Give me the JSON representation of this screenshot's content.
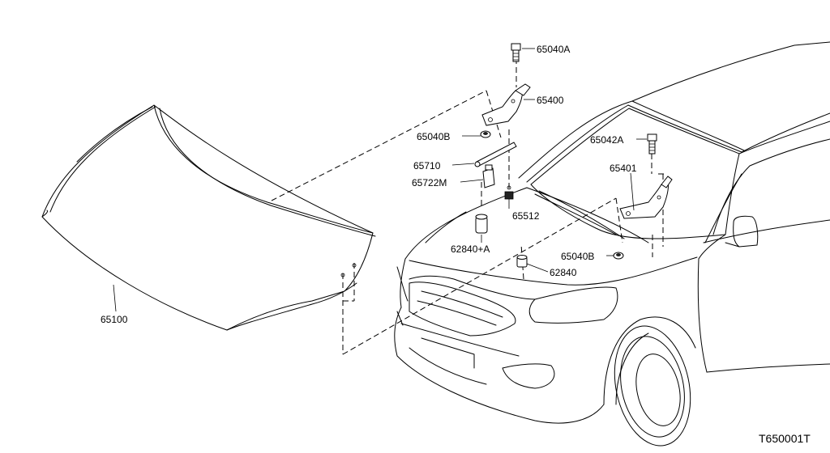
{
  "diagram_id": "T650001T",
  "labels": {
    "hood": "65100",
    "bolt_a": "65040A",
    "hinge_left": "65400",
    "nut_b_upper": "65040B",
    "hood_stay": "65710",
    "stay_clip": "65722M",
    "stay_grommet": "65512",
    "bumper_a": "62840+A",
    "bumper": "62840",
    "nut_b_lower": "65040B",
    "bolt_hinge_right": "65042A",
    "hinge_right": "65401"
  }
}
